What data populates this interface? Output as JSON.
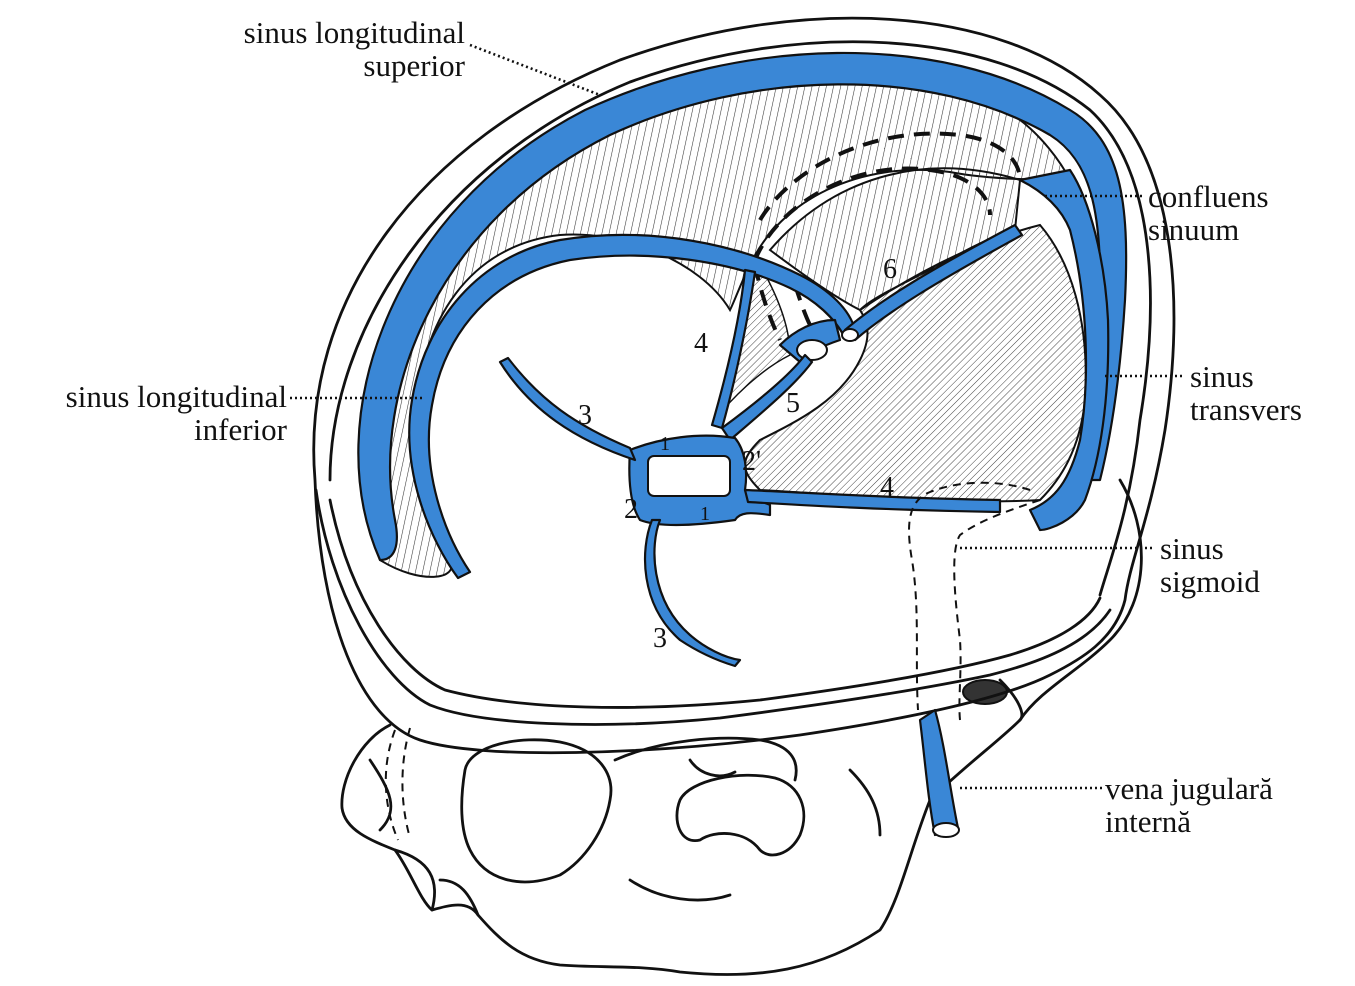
{
  "labels": {
    "sinus_long_sup": [
      "sinus longitudinal",
      "superior"
    ],
    "sinus_long_inf": [
      "sinus longitudinal",
      "inferior"
    ],
    "confluens": [
      "confluens",
      "sinuum"
    ],
    "transvers": [
      "sinus",
      "transvers"
    ],
    "sigmoid": [
      "sinus",
      "sigmoid"
    ],
    "jugulara": [
      "vena jugulară",
      "internă"
    ]
  },
  "numbers": {
    "n1a": "1",
    "n1b": "1",
    "n2": "2",
    "n2p": "2'",
    "n3a": "3",
    "n3b": "3",
    "n4a": "4",
    "n4b": "4",
    "n5": "5",
    "n6": "6"
  },
  "colors": {
    "sinus_blue": "#3a87d6",
    "line": "#111111",
    "background": "#ffffff"
  }
}
